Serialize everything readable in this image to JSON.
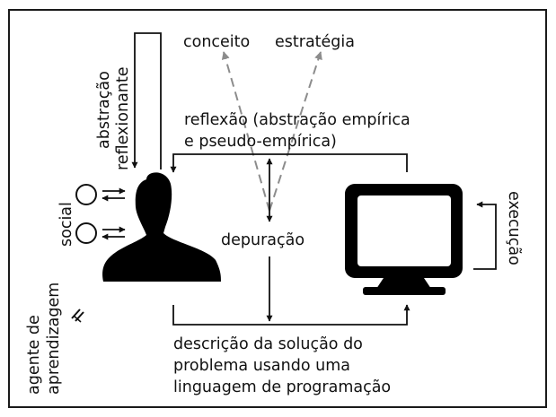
{
  "labels": {
    "conceito": "conceito",
    "estrategia": "estratégia",
    "abstracao": "abstração",
    "reflexionante": "reflexionante",
    "reflexao_1": "reflexão (abstração empírica",
    "reflexao_2": "e pseudo-empírica)",
    "social": "social",
    "depuracao": "depuração",
    "execucao": "execução",
    "agente_1": "agente de",
    "agente_2": "aprendizagem",
    "descricao_1": "descrição da solução do",
    "descricao_2": "problema usando uma",
    "descricao_3": "linguagem de programação"
  },
  "icons": {
    "learner": "person-silhouette-icon",
    "computer": "computer-monitor-icon",
    "social_agent": "circle-icon",
    "agent_link": "lightning-icon"
  },
  "colors": {
    "ink": "#111111",
    "dashed": "#8c8c8c",
    "frame": "#1a1a1a",
    "background": "#ffffff"
  }
}
